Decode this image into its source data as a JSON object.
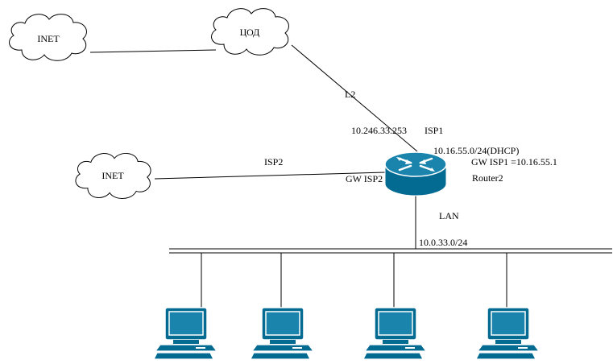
{
  "clouds": {
    "inet_top": "INET",
    "cod": "ЦОД",
    "inet_left": "INET"
  },
  "links": {
    "l2": "L2",
    "isp1": "ISP1",
    "isp2": "ISP2",
    "lan": "LAN"
  },
  "router": {
    "name": "Router2",
    "isp1_address": "10.246.33.253",
    "isp1_network": "10.16.55.0/24(DHCP)",
    "isp1_gateway": "GW ISP1 =10.16.55.1",
    "isp2_gateway": "GW ISP2"
  },
  "lan_network": "10.0.33.0/24",
  "colors": {
    "router_fill": "#036b92",
    "router_top": "#1a84ad",
    "pc_dark": "#036b92",
    "pc_screen": "#1a84ad",
    "line": "#000000"
  }
}
